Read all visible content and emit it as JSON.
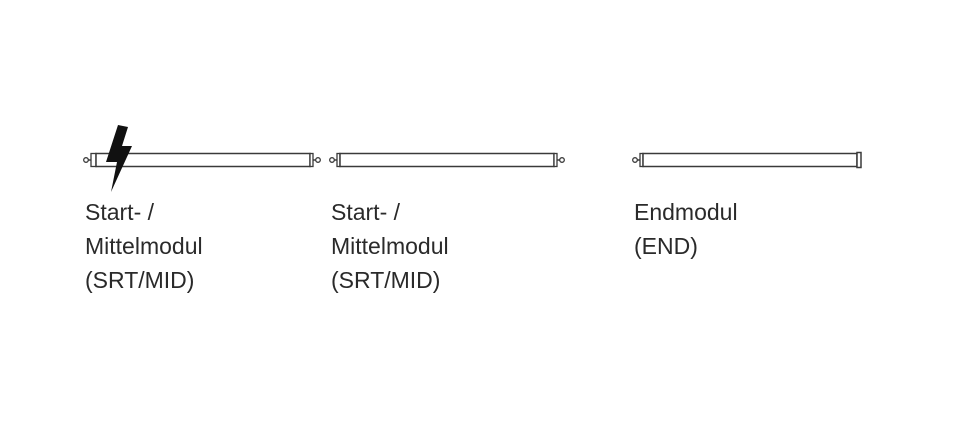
{
  "modules": [
    {
      "id": "module-1",
      "type": "start-mid",
      "has_power_feed": true,
      "label_lines": [
        "Start- /",
        "Mittelmodul",
        "(SRT/MID)"
      ]
    },
    {
      "id": "module-2",
      "type": "start-mid",
      "has_power_feed": false,
      "label_lines": [
        "Start- /",
        "Mittelmodul",
        "(SRT/MID)"
      ]
    },
    {
      "id": "module-3",
      "type": "end",
      "has_power_feed": false,
      "label_lines": [
        "Endmodul",
        "(END)"
      ]
    }
  ],
  "icons": {
    "power": "lightning-bolt-icon",
    "connector": "connector-pin-icon"
  },
  "colors": {
    "stroke": "#3a3a3a",
    "text": "#2a2a2a",
    "bolt": "#111111"
  }
}
